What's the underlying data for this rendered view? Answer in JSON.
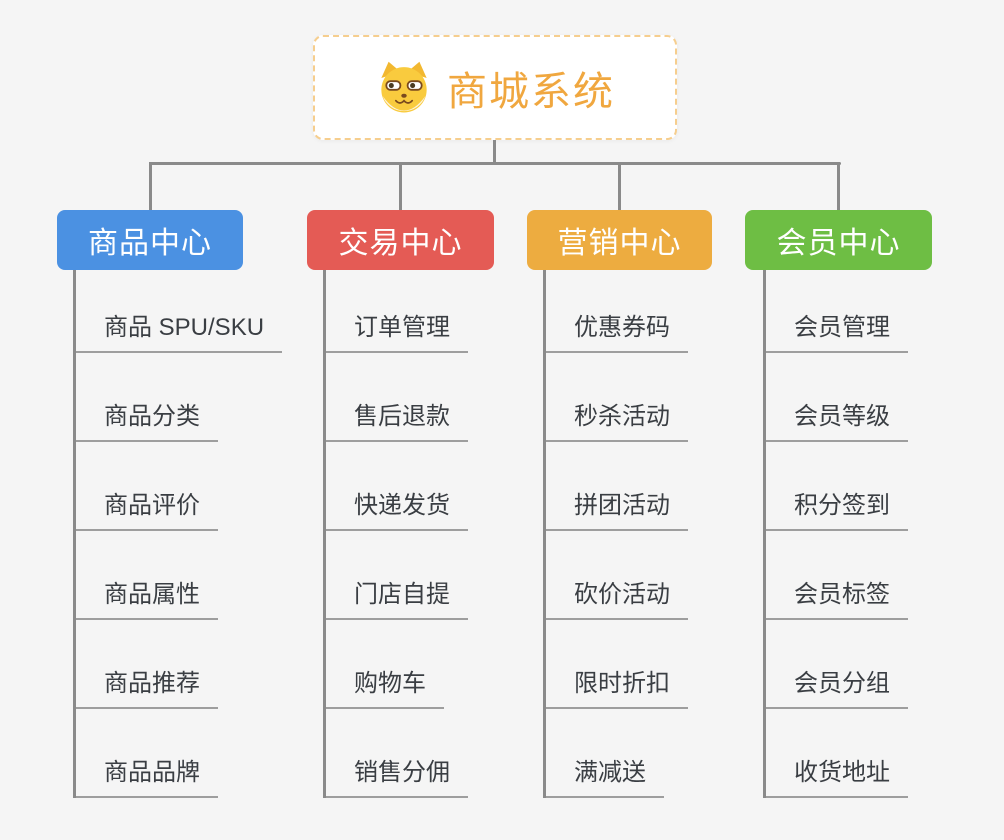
{
  "page": {
    "background_color": "#f5f5f5",
    "connector_color": "#8a8a8a",
    "underline_color": "#9e9e9e",
    "leaf_text_color": "#3a3e43"
  },
  "root": {
    "title": "商城系统",
    "icon": "shiba-dog-icon",
    "title_color": "#f0a73f",
    "border_color": "#f6ce8e",
    "background": "#ffffff"
  },
  "branches": [
    {
      "label": "商品中心",
      "color": "#4b91e2",
      "items": [
        "商品 SPU/SKU",
        "商品分类",
        "商品评价",
        "商品属性",
        "商品推荐",
        "商品品牌"
      ]
    },
    {
      "label": "交易中心",
      "color": "#e45b55",
      "items": [
        "订单管理",
        "售后退款",
        "快递发货",
        "门店自提",
        "购物车",
        "销售分佣"
      ]
    },
    {
      "label": "营销中心",
      "color": "#edac40",
      "items": [
        "优惠券码",
        "秒杀活动",
        "拼团活动",
        "砍价活动",
        "限时折扣",
        "满减送"
      ]
    },
    {
      "label": "会员中心",
      "color": "#6ebe44",
      "items": [
        "会员管理",
        "会员等级",
        "积分签到",
        "会员标签",
        "会员分组",
        "收货地址"
      ]
    }
  ]
}
